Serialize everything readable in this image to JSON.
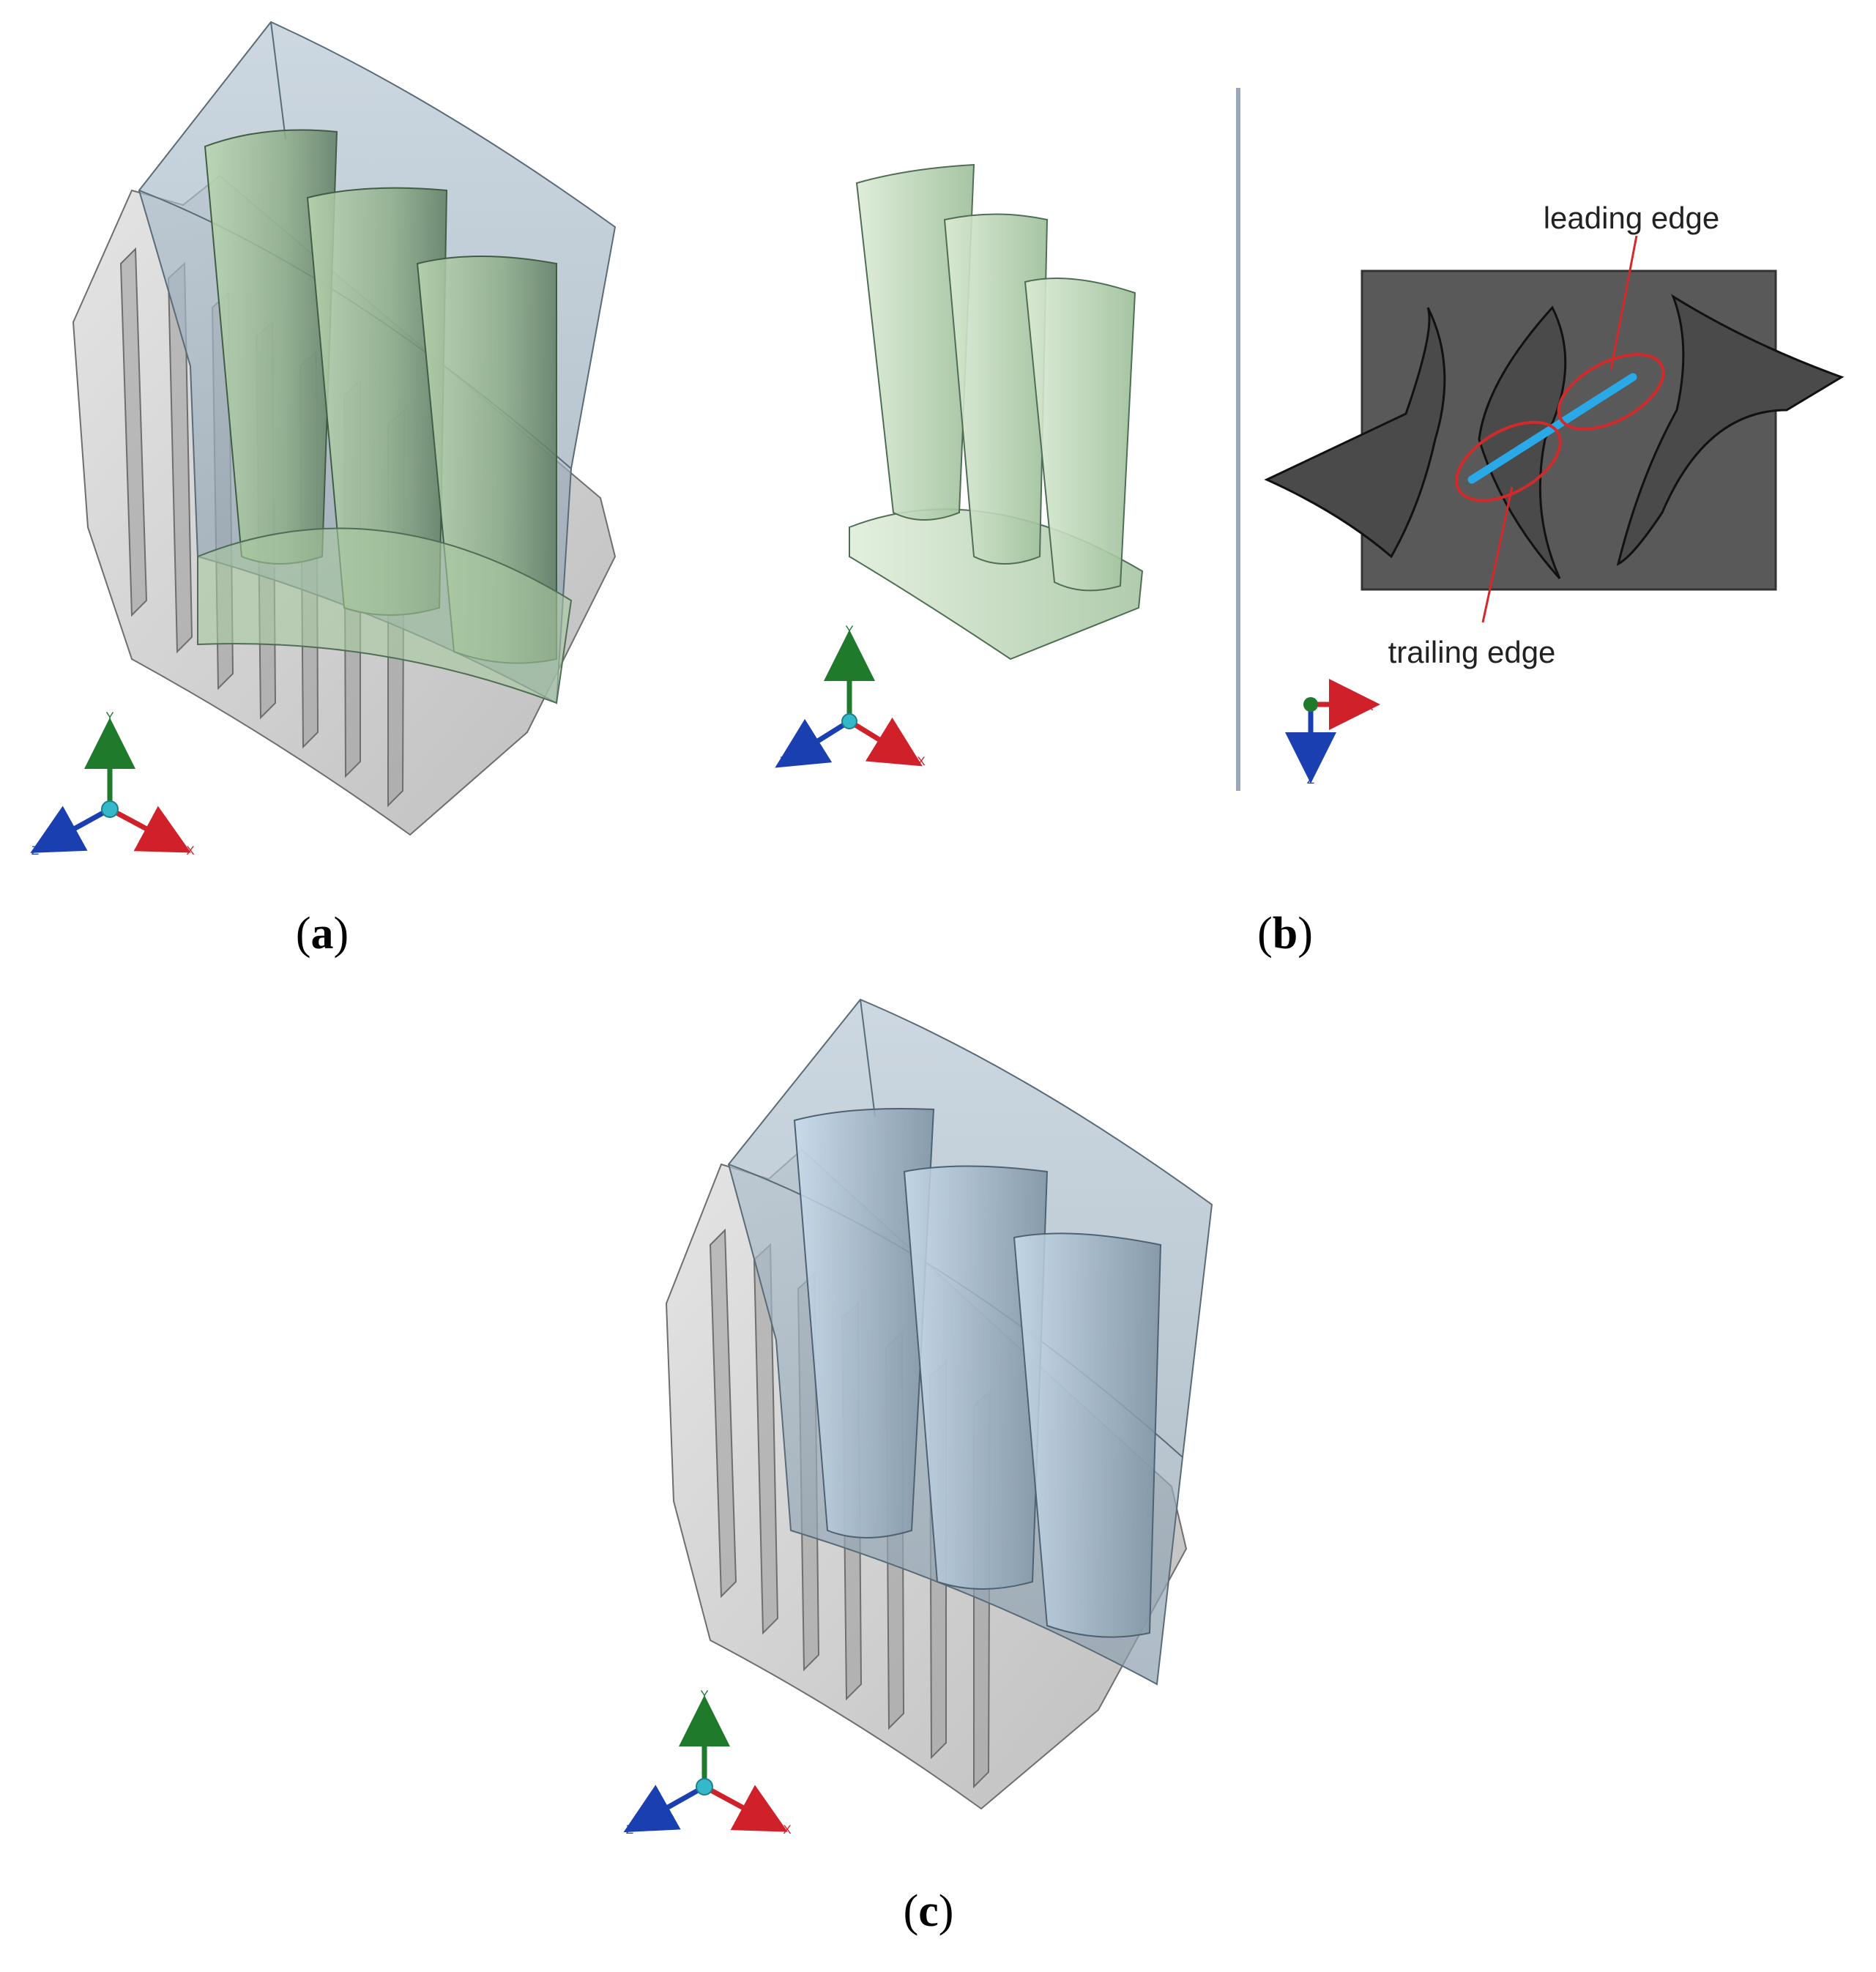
{
  "captions": {
    "a": "a",
    "b": "b",
    "c": "c"
  },
  "annotations": {
    "leading_edge": "leading edge",
    "trailing_edge": "trailing edge"
  },
  "axis_labels": {
    "x": "X",
    "y": "Y",
    "z": "Z"
  },
  "colors": {
    "axis_x": "#d0202a",
    "axis_y": "#1f7a2c",
    "axis_z": "#1a3fb0",
    "axis_origin": "#35b8c9",
    "grey_body": "#bdbdbd",
    "blue_box": "#a9bccb",
    "green_blade": "#a8c8a0",
    "blue_blade": "#b7cfe0",
    "section_panel": "#595959",
    "highlight": "#2aa9e8",
    "ellipse": "#d22a2a"
  }
}
